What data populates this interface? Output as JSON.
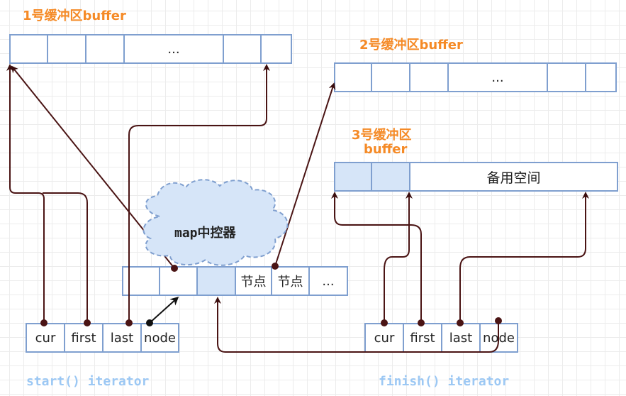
{
  "buffer1": {
    "label": "1号缓冲区buffer",
    "cells": [
      "",
      "",
      "",
      "...",
      "",
      ""
    ]
  },
  "buffer2": {
    "label": "2号缓冲区buffer",
    "cells": [
      "",
      "",
      "",
      "...",
      "",
      ""
    ]
  },
  "buffer3": {
    "label_line1": "3号缓冲区",
    "label_line2": "buffer",
    "cells": [
      "",
      "",
      "备用空间"
    ]
  },
  "map": {
    "label": "map中控器",
    "cells": [
      "",
      "",
      "",
      "节点",
      "节点",
      "..."
    ]
  },
  "start_iterator": {
    "label": "start() iterator",
    "fields": [
      "cur",
      "first",
      "last",
      "node"
    ]
  },
  "finish_iterator": {
    "label": "finish() iterator",
    "fields": [
      "cur",
      "first",
      "last",
      "node"
    ]
  },
  "colors": {
    "title": "#f58a26",
    "cell_border": "#7f9fcf",
    "cell_fill": "#d6e5f8",
    "arrow": "#4a1414",
    "iterator_label": "#9cc8f4"
  }
}
